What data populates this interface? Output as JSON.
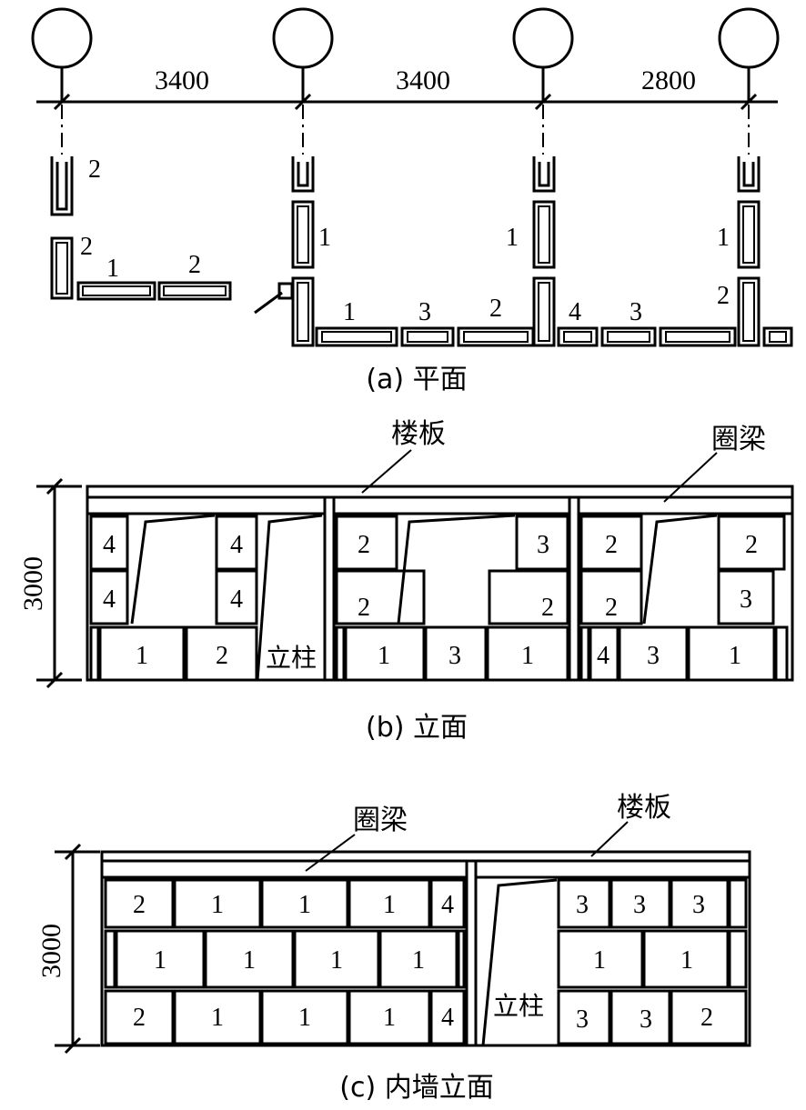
{
  "plan": {
    "caption": "(a) 平面",
    "dimensions": [
      "3400",
      "3400",
      "2800"
    ],
    "block_labels": {
      "left_wall_top": "2",
      "left_wall_mid": "2",
      "bottom_left_1": "1",
      "bottom_left_2": "2",
      "wall2_side": "1",
      "wall3_side": "1",
      "wall4_side_1": "1",
      "wall4_side_2": "2",
      "bay1_a": "1",
      "bay1_b": "3",
      "bay1_c": "2",
      "bay2_a": "4",
      "bay2_b": "3"
    }
  },
  "elevation_b": {
    "caption": "(b) 立面",
    "height_dim": "3000",
    "floor_label": "楼板",
    "ring_beam_label": "圈梁",
    "column_label": "立柱",
    "bay1": {
      "r1": [
        "4",
        "4"
      ],
      "r2": [
        "4",
        "4"
      ],
      "bottom": [
        "1",
        "2"
      ]
    },
    "bay2": {
      "r1": [
        "2",
        "3"
      ],
      "r2": [
        "2",
        "2"
      ],
      "bottom": [
        "1",
        "3",
        "1"
      ]
    },
    "bay3": {
      "r1": [
        "2",
        "2"
      ],
      "r2": [
        "2",
        "3"
      ],
      "bottom": [
        "4",
        "3",
        "1"
      ]
    }
  },
  "elevation_c": {
    "caption": "(c) 内墙立面",
    "height_dim": "3000",
    "ring_beam_label": "圈梁",
    "floor_label": "楼板",
    "column_label": "立柱",
    "left": {
      "row1": [
        "2",
        "1",
        "1",
        "1",
        "4"
      ],
      "row2": [
        "1",
        "1",
        "1",
        "1"
      ],
      "row3": [
        "2",
        "1",
        "1",
        "1",
        "4"
      ]
    },
    "right": {
      "row1": [
        "3",
        "3",
        "3"
      ],
      "row2": [
        "1",
        "1"
      ],
      "row3": [
        "3",
        "3",
        "2"
      ]
    }
  }
}
